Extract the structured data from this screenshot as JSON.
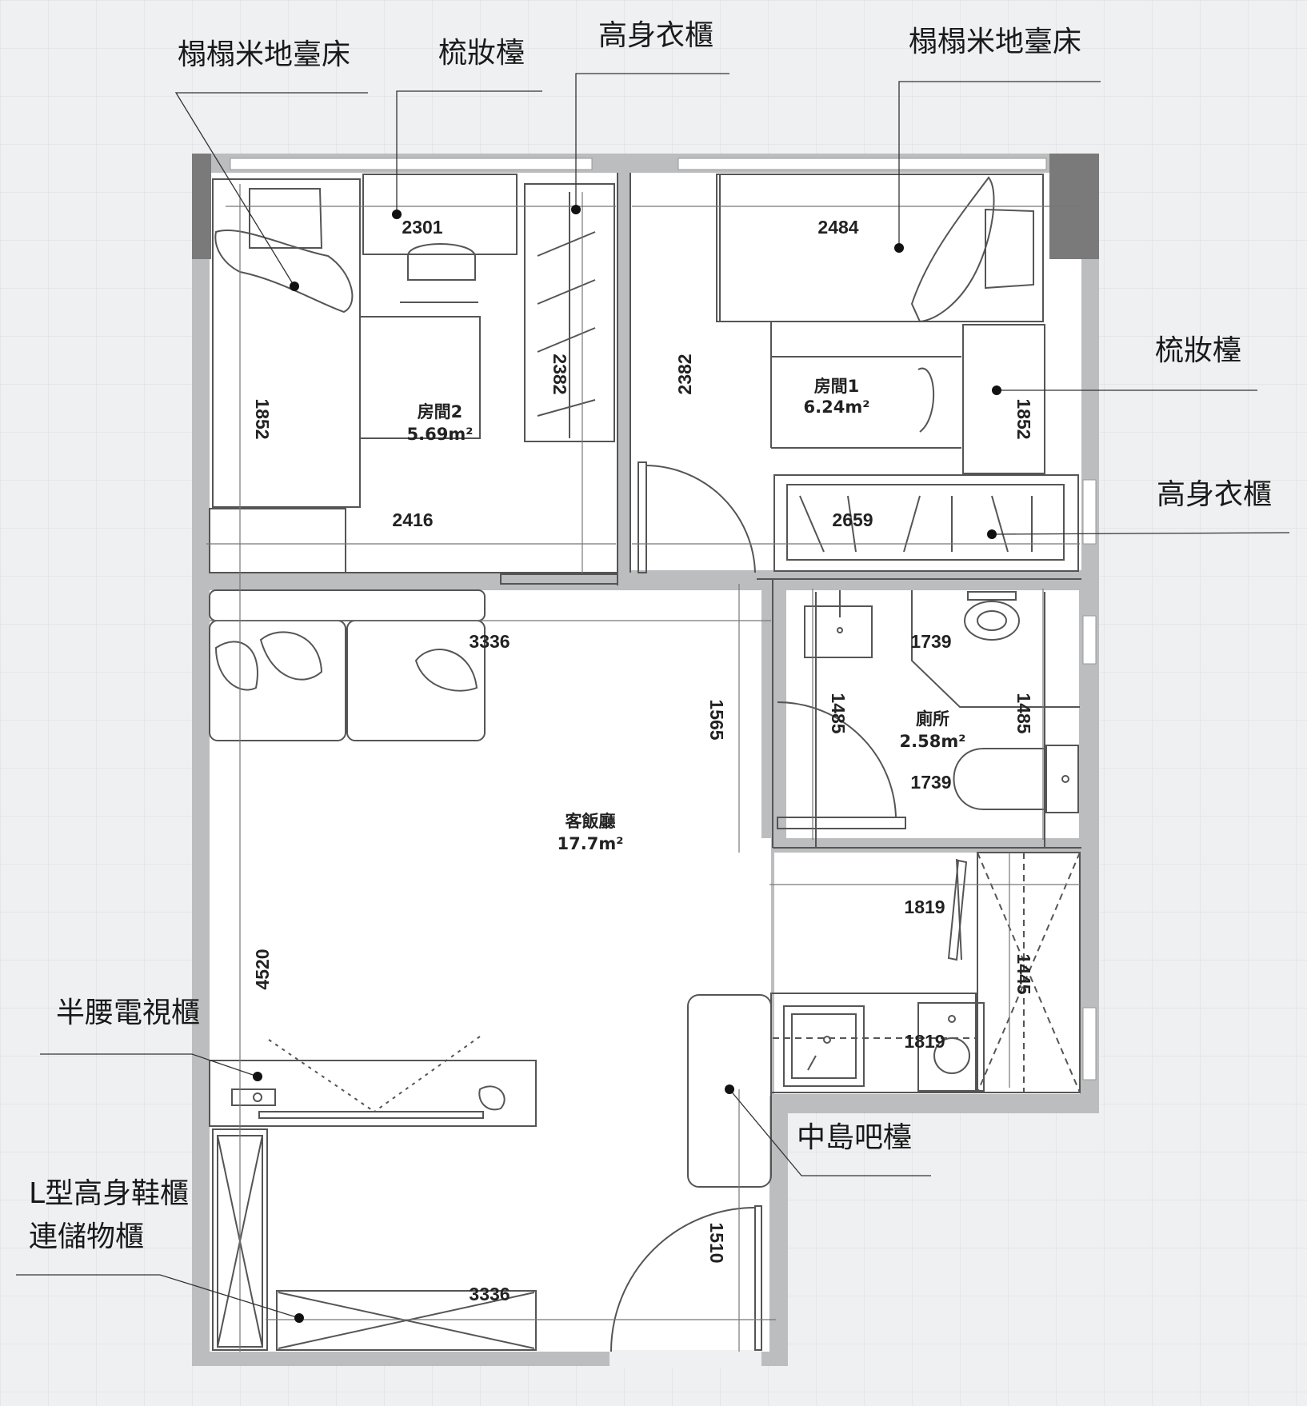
{
  "annotations": {
    "tatami_bed_left": "榻榻米地臺床",
    "dresser_left": "梳妝檯",
    "wardrobe_top": "高身衣櫃",
    "tatami_bed_right": "榻榻米地臺床",
    "dresser_right": "梳妝檯",
    "wardrobe_right": "高身衣櫃",
    "tv_cabinet": "半腰電視櫃",
    "island_bar": "中島吧檯",
    "shoe_cabinet_line1": "L型高身鞋櫃",
    "shoe_cabinet_line2": "連儲物櫃"
  },
  "rooms": {
    "room2": {
      "name": "房間2",
      "area": "5.69m²"
    },
    "room1": {
      "name": "房間1",
      "area": "6.24m²"
    },
    "toilet": {
      "name": "廁所",
      "area": "2.58m²"
    },
    "living": {
      "name": "客飯廳",
      "area": "17.7m²"
    }
  },
  "dimensions": {
    "d2301": "2301",
    "d2484": "2484",
    "d2382a": "2382",
    "d2382b": "2382",
    "d1852a": "1852",
    "d1852b": "1852",
    "d2416": "2416",
    "d2659": "2659",
    "d3336a": "3336",
    "d1739a": "1739",
    "d1739b": "1739",
    "d1485a": "1485",
    "d1485b": "1485",
    "d1565": "1565",
    "d1819a": "1819",
    "d1819b": "1819",
    "d1445": "1445",
    "d4520": "4520",
    "d1510": "1510",
    "d3336b": "3336"
  },
  "colors": {
    "background": "#eff0f2",
    "wall": "#bcbdbf",
    "wall_dark": "#7a7a7a",
    "floor": "#ffffff",
    "line": "#555555"
  }
}
